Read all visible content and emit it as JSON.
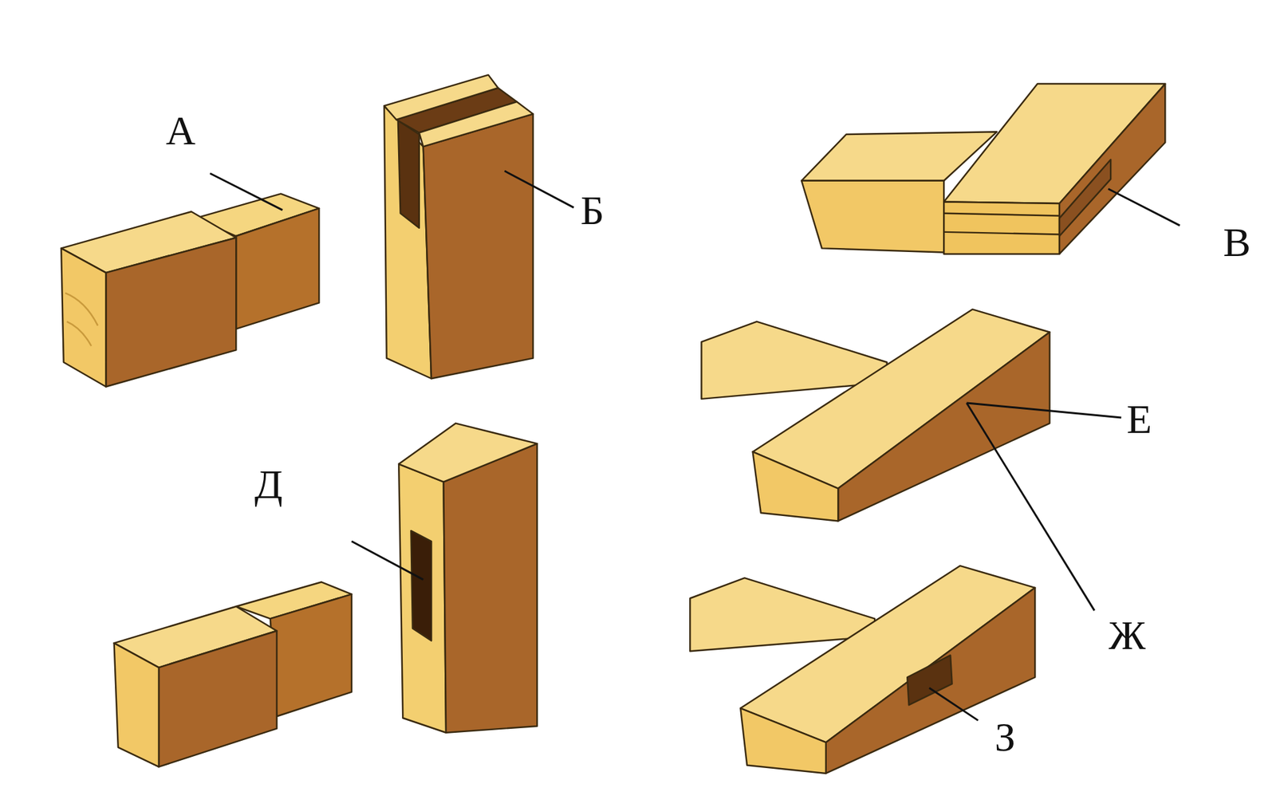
{
  "diagram": {
    "labels": [
      "А",
      "Б",
      "В",
      "Д",
      "Е",
      "Ж",
      "З"
    ]
  }
}
